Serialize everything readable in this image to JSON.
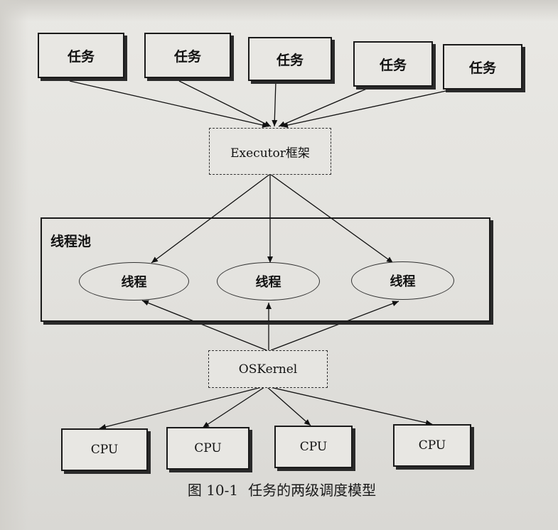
{
  "tasks": [
    "任务",
    "任务",
    "任务",
    "任务",
    "任务"
  ],
  "executor": "Executor框架",
  "pool": {
    "label": "线程池",
    "threads": [
      "线程",
      "线程",
      "线程"
    ]
  },
  "kernel": "OSKernel",
  "cpus": [
    "CPU",
    "CPU",
    "CPU",
    "CPU"
  ],
  "caption": {
    "number": "图 10-1",
    "text": "任务的两级调度模型"
  }
}
